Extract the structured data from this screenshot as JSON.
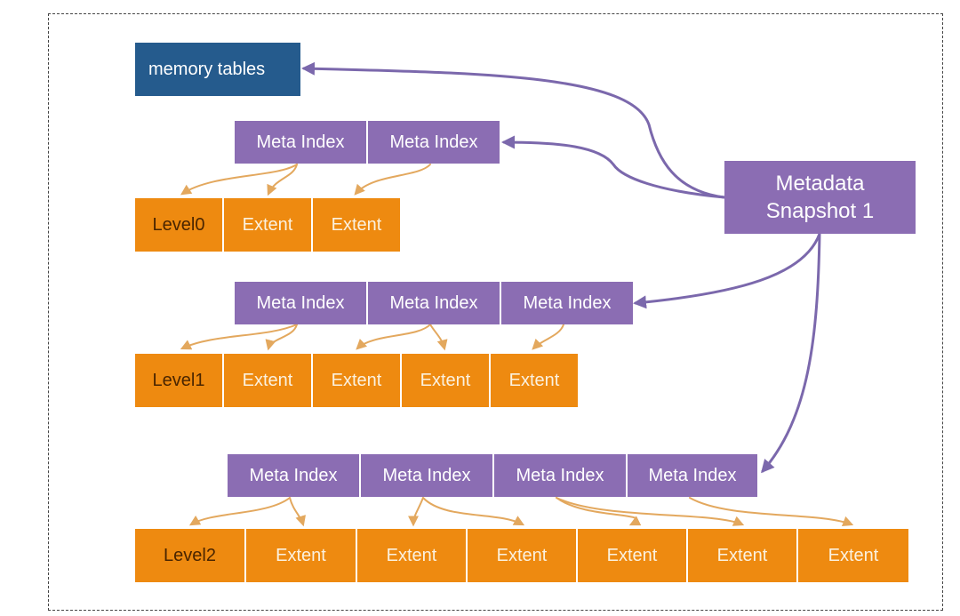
{
  "memory_tables": {
    "label": "memory tables"
  },
  "snapshot": {
    "line1": "Metadata",
    "line2": "Snapshot 1"
  },
  "levels": [
    {
      "label": "Level0",
      "meta_index": [
        "Meta Index",
        "Meta Index"
      ],
      "extents": [
        "Extent",
        "Extent"
      ]
    },
    {
      "label": "Level1",
      "meta_index": [
        "Meta Index",
        "Meta Index",
        "Meta Index"
      ],
      "extents": [
        "Extent",
        "Extent",
        "Extent",
        "Extent"
      ]
    },
    {
      "label": "Level2",
      "meta_index": [
        "Meta Index",
        "Meta Index",
        "Meta Index",
        "Meta Index"
      ],
      "extents": [
        "Extent",
        "Extent",
        "Extent",
        "Extent",
        "Extent",
        "Extent"
      ]
    }
  ],
  "colors": {
    "memory_tables": "#255b8d",
    "meta_index": "#8b6db3",
    "extent": "#ee8a10",
    "arrow_purple": "#7b68ac",
    "arrow_orange": "#e3a85e"
  }
}
